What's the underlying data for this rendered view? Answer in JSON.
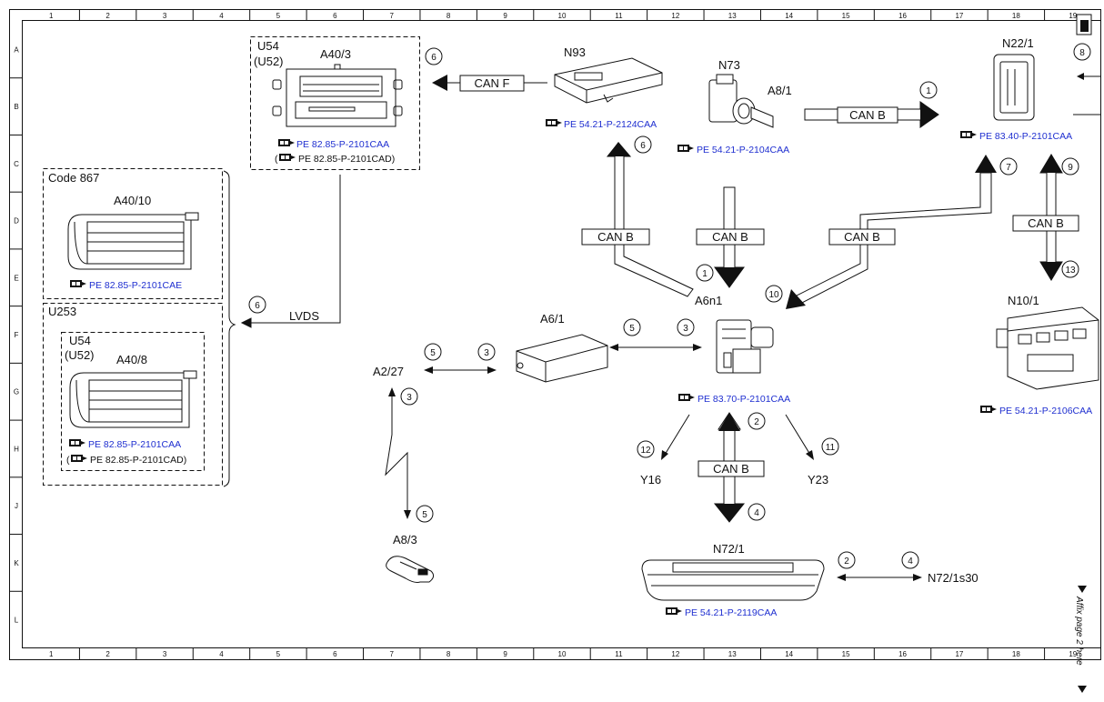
{
  "grid": {
    "columns": [
      "1",
      "2",
      "3",
      "4",
      "5",
      "6",
      "7",
      "8",
      "9",
      "10",
      "11",
      "12",
      "13",
      "14",
      "15",
      "16",
      "17",
      "18",
      "19"
    ],
    "rows": [
      "A",
      "B",
      "C",
      "D",
      "E",
      "F",
      "G",
      "H",
      "J",
      "K",
      "L"
    ]
  },
  "components": {
    "u54_top": {
      "group1": "U54",
      "group2": "(U52)",
      "name": "A40/3",
      "ref": "PE 82.85-P-2101CAA",
      "ref_paren": "(",
      "ref_alt": "PE 82.85-P-2101CAD)"
    },
    "code867": {
      "group": "Code 867",
      "name": "A40/10",
      "ref": "PE 82.85-P-2101CAE"
    },
    "u253": {
      "group": "U253",
      "sub1": "U54",
      "sub2": "(U52)",
      "name": "A40/8",
      "ref": "PE 82.85-P-2101CAA",
      "ref_paren": "(",
      "ref_alt": "PE 82.85-P-2101CAD)"
    },
    "n93": {
      "name": "N93",
      "ref": "PE 54.21-P-2124CAA"
    },
    "n73": {
      "name": "N73",
      "sub": "A8/1",
      "ref": "PE 54.21-P-2104CAA"
    },
    "n22": {
      "name": "N22/1",
      "ref": "PE 83.40-P-2101CAA"
    },
    "a6n1": {
      "name": "A6n1",
      "ref": "PE 83.70-P-2101CAA"
    },
    "a61": {
      "name": "A6/1"
    },
    "a227": {
      "name": "A2/27"
    },
    "a83": {
      "name": "A8/3"
    },
    "n101": {
      "name": "N10/1",
      "ref": "PE 54.21-P-2106CAA"
    },
    "n721": {
      "name": "N72/1",
      "ref": "PE 54.21-P-2119CAA"
    },
    "n721s30": {
      "name": "N72/1s30"
    },
    "y16": {
      "name": "Y16"
    },
    "y23": {
      "name": "Y23"
    }
  },
  "buses": {
    "can_f": "CAN F",
    "can_b1": "CAN B",
    "can_b2": "CAN B",
    "can_b3": "CAN B",
    "can_b4": "CAN B",
    "can_b5": "CAN B",
    "can_b6": "CAN B",
    "lvds": "LVDS"
  },
  "connection_numbers": {
    "n6_top": "6",
    "n6_n93": "6",
    "n6_lvds": "6",
    "n1_can": "1",
    "n1_a6n1": "1",
    "n7": "7",
    "n9": "9",
    "n8": "8",
    "n10": "10",
    "n13": "13",
    "n5_a61": "5",
    "n3_a61": "3",
    "n5_a227": "5",
    "n3_a227": "3",
    "n3_a227b": "3",
    "n5_a83": "5",
    "n2_a6n1": "2",
    "n4_a6n1": "4",
    "n12": "12",
    "n11": "11",
    "n2_n72": "2",
    "n4_n72": "4"
  },
  "affix_note": "Affix page 2 here",
  "colors": {
    "reference_link": "#1f2fd0",
    "line": "#111111"
  }
}
